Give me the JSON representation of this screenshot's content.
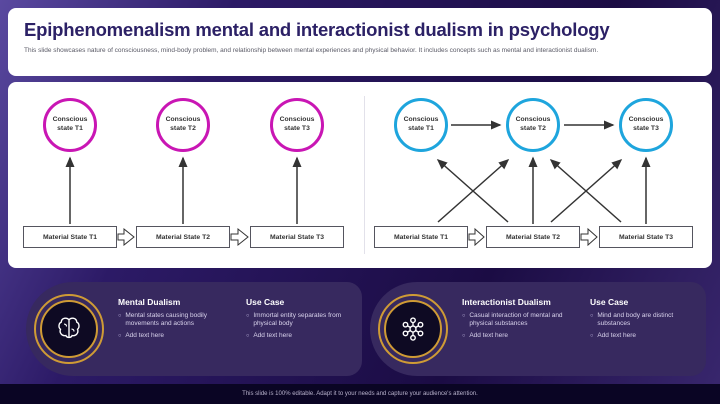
{
  "slide": {
    "title": "Epiphenomenalism mental and interactionist dualism in psychology",
    "subtitle": "This slide showcases nature of consciousness, mind-body problem, and relationship between mental experiences and physical behavior. It includes concepts such as mental and interactionist dualism.",
    "footer": "This slide is 100% editable. Adapt it to your needs and capture your audience's attention."
  },
  "colors": {
    "magenta_circle": "#c916b4",
    "blue_circle": "#1ea5dd",
    "panel_purple": "#37295f",
    "gold_ring": "#cf9b35"
  },
  "diagram": {
    "epiphenomenalism": {
      "conscious_states": [
        "Conscious state T1",
        "Conscious state T2",
        "Conscious state T3"
      ],
      "material_states": [
        "Material State T1",
        "Material State T2",
        "Material State T3"
      ]
    },
    "interactionism": {
      "conscious_states": [
        "Conscious state T1",
        "Conscious state T2",
        "Conscious state T3"
      ],
      "material_states": [
        "Material State T1",
        "Material State T2",
        "Material State T3"
      ]
    }
  },
  "panels": [
    {
      "icon": "brain-icon",
      "title": "Mental Dualism",
      "bullets": [
        "Mental states causing bodily movements and actions",
        "Add text here"
      ],
      "use_case": {
        "title": "Use Case",
        "bullets": [
          "Immortal entity separates from physical body",
          "Add text here"
        ]
      }
    },
    {
      "icon": "molecule-icon",
      "title": "Interactionist Dualism",
      "bullets": [
        "Casual interaction of mental and physical substances",
        "Add text here"
      ],
      "use_case": {
        "title": "Use Case",
        "bullets": [
          "Mind and body are distinct substances",
          "Add text here"
        ]
      }
    }
  ]
}
